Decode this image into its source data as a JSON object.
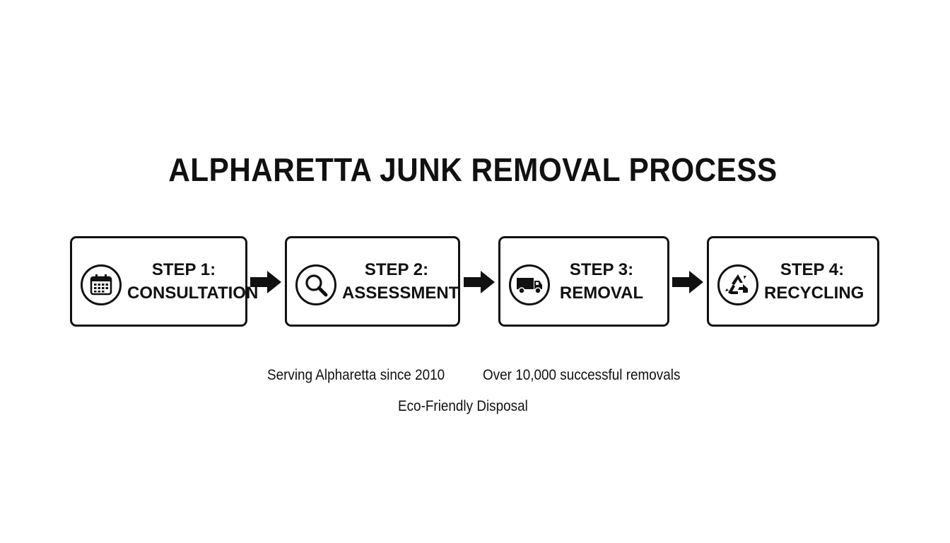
{
  "title": "ALPHARETTA JUNK REMOVAL PROCESS",
  "steps": [
    {
      "step_label": "STEP 1:",
      "name": "CONSULTATION",
      "icon": "calendar-icon"
    },
    {
      "step_label": "STEP 2:",
      "name": "ASSESSMENT",
      "icon": "magnifier-icon"
    },
    {
      "step_label": "STEP 3:",
      "name": "REMOVAL",
      "icon": "truck-icon"
    },
    {
      "step_label": "STEP 4:",
      "name": "RECYCLING",
      "icon": "recycle-icon"
    }
  ],
  "connector_icon": "arrow-right-icon",
  "notes": {
    "since": "Serving Alpharetta since 2010",
    "removals": "Over 10,000 successful removals",
    "eco": "Eco-Friendly Disposal"
  },
  "colors": {
    "ink": "#111111",
    "background": "#ffffff"
  }
}
